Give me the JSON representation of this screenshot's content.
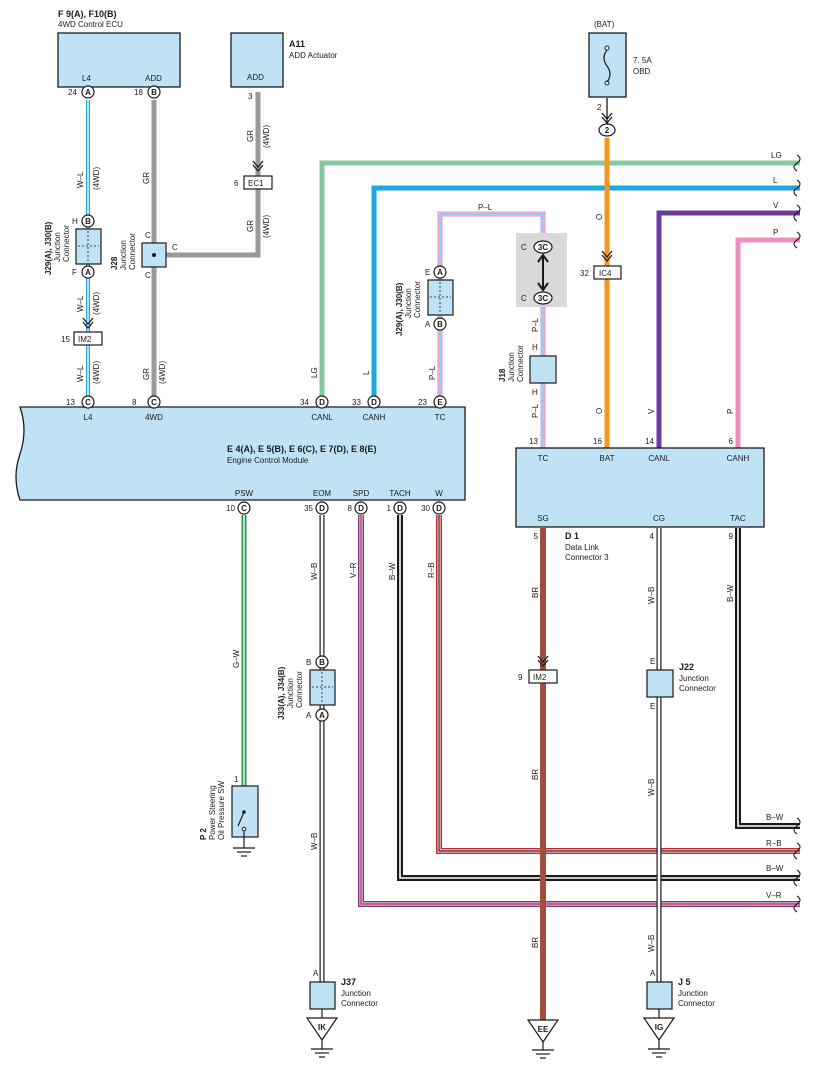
{
  "ecu4wd": {
    "name": "F 9(A), F10(B)",
    "desc": "4WD Control ECU",
    "pin_l4": "L4",
    "pin_add": "ADD",
    "pin_l4_num": "24",
    "pin_l4_conn": "A",
    "pin_add_num": "18",
    "pin_add_conn": "B"
  },
  "a11": {
    "name": "A11",
    "desc": "ADD Actuator",
    "pin": "ADD",
    "pin_num": "3"
  },
  "bat": {
    "label": "(BAT)",
    "fuse_amp": "7. 5A",
    "fuse_name": "OBD",
    "pin_num": "2",
    "circle": "2"
  },
  "wires": {
    "wl": "W–L",
    "fourwd": "(4WD)",
    "gr": "GR",
    "lg": "LG",
    "l": "L",
    "v": "V",
    "p": "P",
    "pl": "P–L",
    "o": "O",
    "br": "BR",
    "wb": "W–B",
    "bw": "B–W",
    "rb": "R–B",
    "vr": "V–R",
    "gw": "G–W",
    "h": "H"
  },
  "j29a": {
    "name": "J29(A), J30(B)",
    "desc1": "Junction",
    "desc2": "Connector",
    "top_letter": "H",
    "top_circle": "B",
    "bot_letter": "F",
    "bot_circle": "A"
  },
  "j28": {
    "name": "J28",
    "desc1": "Junction",
    "desc2": "Connector",
    "c": "C"
  },
  "j29b": {
    "name": "J29(A), J30(B)",
    "desc1": "Junction",
    "desc2": "Connector",
    "top_letter": "E",
    "top_circle": "A",
    "bot_letter": "A",
    "bot_circle": "B"
  },
  "j18": {
    "name": "J18",
    "desc1": "Junction",
    "desc2": "Connector",
    "h": "H"
  },
  "sc3c": {
    "c": "C",
    "label": "3C"
  },
  "ec1": {
    "num": "6",
    "label": "EC1"
  },
  "im2a": {
    "num": "15",
    "label": "IM2"
  },
  "ic4": {
    "num": "32",
    "label": "IC4"
  },
  "im2b": {
    "num": "9",
    "label": "IM2"
  },
  "ecm": {
    "name": "E 4(A), E 5(B), E 6(C), E 7(D), E 8(E)",
    "desc": "Engine Control Module",
    "top_pins": [
      {
        "num": "13",
        "conn": "C",
        "label": "L4"
      },
      {
        "num": "8",
        "conn": "C",
        "label": "4WD"
      },
      {
        "num": "34",
        "conn": "D",
        "label": "CANL"
      },
      {
        "num": "33",
        "conn": "D",
        "label": "CANH"
      },
      {
        "num": "23",
        "conn": "E",
        "label": "TC"
      }
    ],
    "bot_pins": [
      {
        "num": "10",
        "conn": "C",
        "label": "PSW"
      },
      {
        "num": "35",
        "conn": "D",
        "label": "EOM"
      },
      {
        "num": "8",
        "conn": "D",
        "label": "SPD"
      },
      {
        "num": "1",
        "conn": "D",
        "label": "TACH"
      },
      {
        "num": "30",
        "conn": "D",
        "label": "W"
      }
    ]
  },
  "dlc": {
    "name": "D 1",
    "desc1": "Data Link",
    "desc2": "Connector 3",
    "top_pins": [
      {
        "num": "13",
        "label": "TC"
      },
      {
        "num": "16",
        "label": "BAT"
      },
      {
        "num": "14",
        "label": "CANL"
      },
      {
        "num": "6",
        "label": "CANH"
      }
    ],
    "bot_pins": [
      {
        "num": "5",
        "label": "SG"
      },
      {
        "num": "4",
        "label": "CG"
      },
      {
        "num": "9",
        "label": "TAC"
      }
    ]
  },
  "j33": {
    "name": "J33(A), J34(B)",
    "desc1": "Junction",
    "desc2": "Connector",
    "top_letter": "B",
    "top_circle": "B",
    "bot_letter": "A",
    "bot_circle": "A"
  },
  "j22": {
    "name": "J22",
    "desc1": "Junction",
    "desc2": "Connector",
    "e": "E"
  },
  "j37": {
    "name": "J37",
    "desc1": "Junction",
    "desc2": "Connector",
    "a": "A",
    "ground": "IK"
  },
  "j5": {
    "name": "J 5",
    "desc1": "Junction",
    "desc2": "Connector",
    "a": "A",
    "ground": "IG"
  },
  "ee": {
    "ground": "EE"
  },
  "p2": {
    "name": "P 2",
    "desc1": "Power Steering",
    "desc2": "Oil Pressure SW",
    "pin": "1"
  },
  "colors": {
    "lg": "#86c9a0",
    "l": "#1ea6e6",
    "v": "#6a3a9c",
    "p": "#ef8cbf",
    "o": "#f7941d",
    "br": "#a0503a",
    "gr": "#9a9a9a",
    "green": "#1e9a4a",
    "red": "#d2232a",
    "black": "#1a1a1a"
  }
}
